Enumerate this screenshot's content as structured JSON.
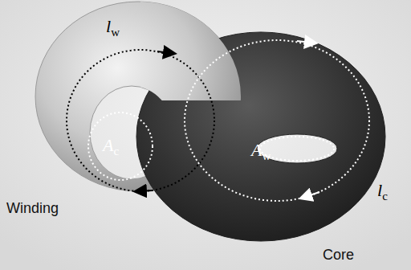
{
  "diagram": {
    "labels": [
      "lw",
      "Ac",
      "Aw",
      "lc",
      "Winding",
      "Core"
    ]
  }
}
